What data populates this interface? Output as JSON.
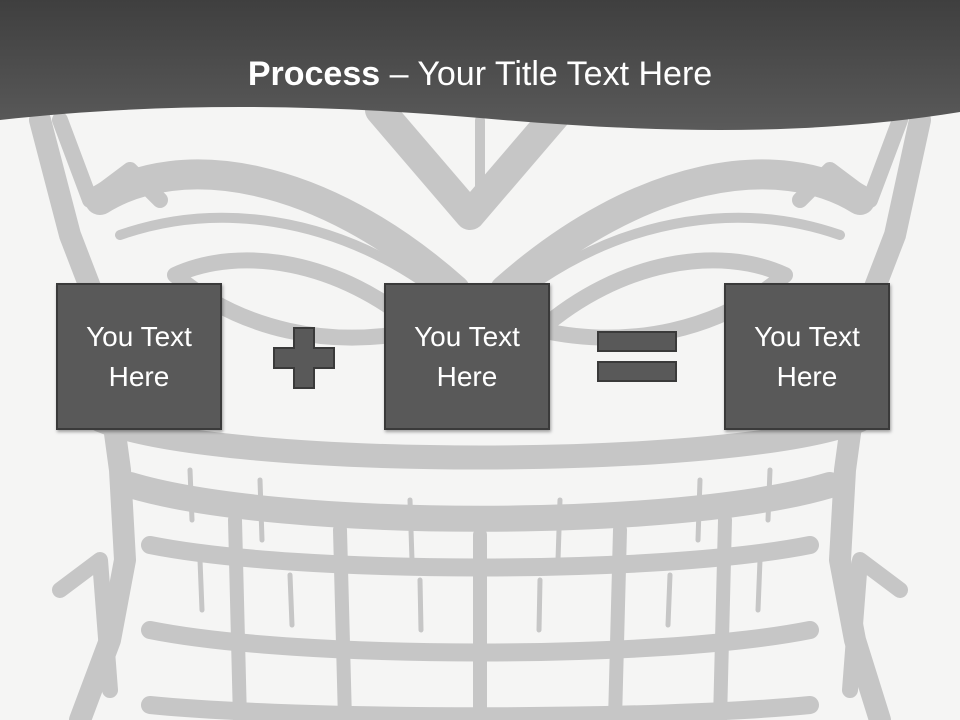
{
  "slide": {
    "title_bold": "Process",
    "title_rest": " – Your Title Text Here",
    "background_motif": "tiki-mask"
  },
  "process": {
    "boxes": [
      {
        "text": "You Text Here"
      },
      {
        "text": "You Text Here"
      },
      {
        "text": "You Text Here"
      }
    ],
    "operators": [
      "plus-icon",
      "equals-icon"
    ]
  },
  "colors": {
    "header_band": "#4a4a4a",
    "box_fill": "#595959",
    "box_border": "#3a3a3a",
    "operator_fill": "#595959",
    "background": "#f5f5f4",
    "motif": "#c4c4c4",
    "title_text": "#ffffff"
  }
}
